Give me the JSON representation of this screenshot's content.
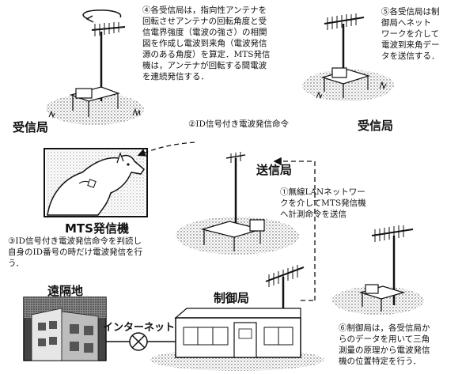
{
  "notes": {
    "step4": "④各受信局は，指向性アンテナを\n回転させアンテナの回転角度と受\n信電界強度（電波の強さ）の相関\n図を作成し電波到来角（電波発信\n源のある角度）を算定．MTS発信\n機は，アンテナが回転する間電波\nを連続発信する．",
    "step5": "⑤各受信局は制\n御局へネット\nワークを介して\n電波到来角デー\nタを送信する．",
    "step2": "②ID信号付き電波発信命令",
    "step1": "①無線LANネットワー\nクを介してMTS発信機\nへ計測命令を送信",
    "step3": "③ID信号付き電波発信命令を判読し\n自身のID番号の時だけ電波発信を行\nう．",
    "step6": "⑥制御局は，各受信局か\nらのデータを用いて三角\n測量の原理から電波発信\n機の位置特定を行う．"
  },
  "labels": {
    "receiver_left": "受信局",
    "receiver_right": "受信局",
    "transmitter_station": "送信局",
    "mts_transmitter": "MTS発信機",
    "remote_site": "遠隔地",
    "internet": "インターネット",
    "control_station": "制御局"
  }
}
